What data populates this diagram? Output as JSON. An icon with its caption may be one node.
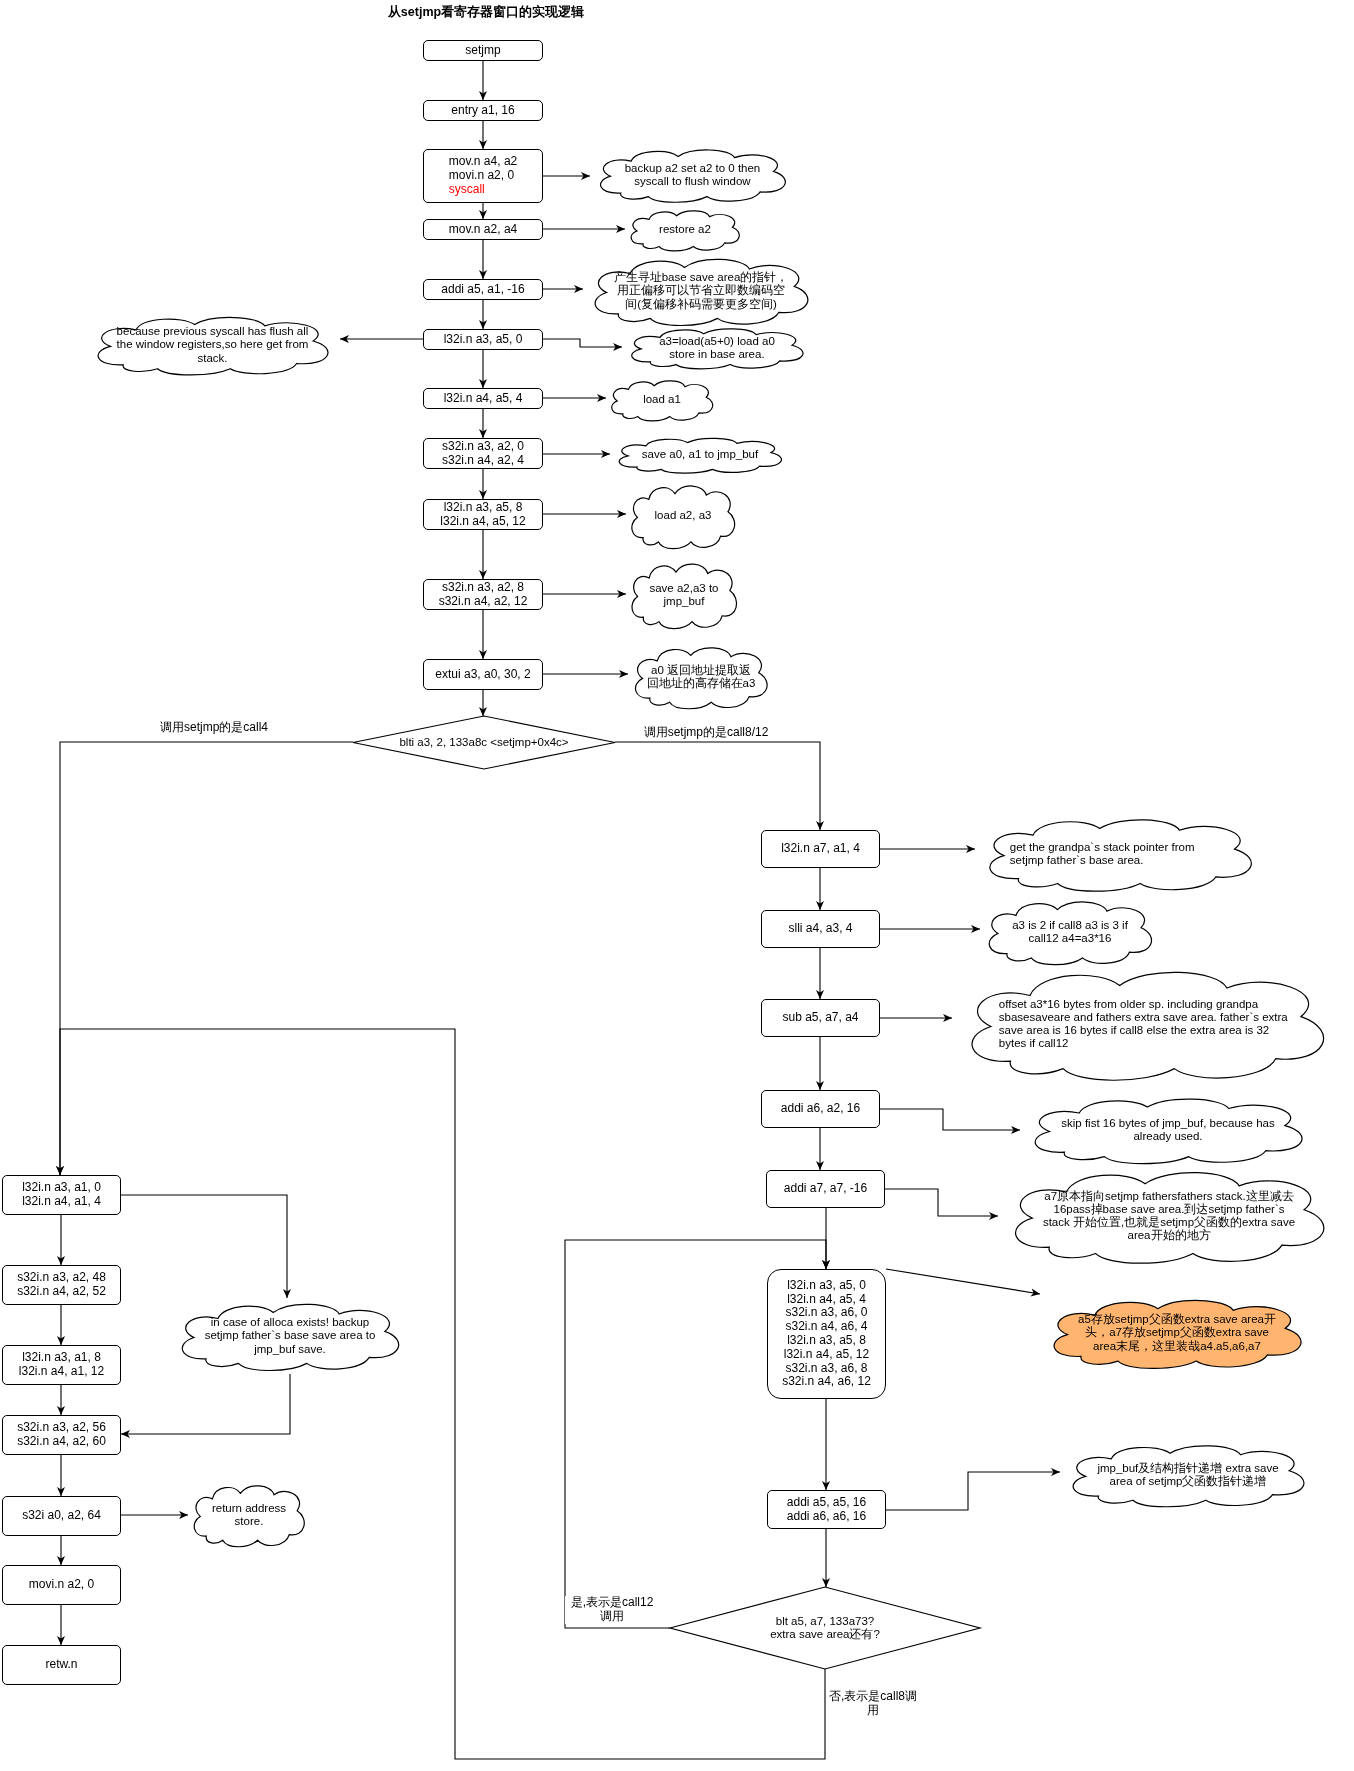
{
  "diagram": {
    "title": "从setjmp看寄存器窗口的实现逻辑",
    "nodes": [
      {
        "text": [
          "setjmp"
        ]
      },
      {
        "text": [
          "entry a1, 16"
        ]
      },
      {
        "text": [
          "mov.n a4, a2 movi.n a2, 0",
          "syscall"
        ]
      },
      {
        "text": [
          "backup a2 set a2 to 0 then syscall to flush window"
        ]
      },
      {
        "text": [
          "mov.n a2, a4"
        ]
      },
      {
        "text": [
          "restore a2"
        ]
      },
      {
        "text": [
          "addi a5, a1, -16"
        ]
      },
      {
        "text": [
          "产生寻址base save area的指针，用正偏移可以节省立即数编码空间(复偏移补码需要更多空间)"
        ]
      },
      {
        "text": [
          "l32i.n a3, a5, 0"
        ]
      },
      {
        "text": [
          "because previous syscall has flush all the window registers,so here get from stack."
        ]
      },
      {
        "text": [
          "a3=load(a5+0) load a0 store in base area."
        ]
      },
      {
        "text": [
          "l32i.n a4, a5, 4"
        ]
      },
      {
        "text": [
          "load a1"
        ]
      },
      {
        "text": [
          "s32i.n a3, a2, 0 s32i.n a4, a2, 4"
        ]
      },
      {
        "text": [
          "save a0, a1 to jmp_buf"
        ]
      },
      {
        "text": [
          "l32i.n a3, a5, 8 l32i.n a4, a5, 12"
        ]
      },
      {
        "text": [
          "load a2, a3"
        ]
      },
      {
        "text": [
          "s32i.n a3, a2, 8 s32i.n a4, a2, 12"
        ]
      },
      {
        "text": [
          "save a2,a3 to jmp_buf"
        ]
      },
      {
        "text": [
          "extui a3, a0, 30, 2"
        ]
      },
      {
        "text": [
          "a0 返回地址提取返回地址的高存储在a3"
        ]
      },
      {
        "text": [
          "blti a3, 2, 133a8c <setjmp+0x4c>"
        ]
      },
      {
        "text": [
          "l32i.n a3, a1, 0 l32i.n a4, a1, 4"
        ]
      },
      {
        "text": [
          "s32i.n a3, a2, 48 s32i.n a4, a2, 52"
        ]
      },
      {
        "text": [
          "in case of alloca exists! backup setjmp father`s base save area to jmp_buf save."
        ]
      },
      {
        "text": [
          "l32i.n a3, a1, 8 l32i.n a4, a1, 12"
        ]
      },
      {
        "text": [
          "s32i.n a3, a2, 56 s32i.n a4, a2, 60"
        ]
      },
      {
        "text": [
          "s32i a0, a2, 64"
        ]
      },
      {
        "text": [
          "return address store."
        ]
      },
      {
        "text": [
          "movi.n a2, 0"
        ]
      },
      {
        "text": [
          "retw.n"
        ]
      },
      {
        "text": [
          "l32i.n a7, a1, 4"
        ]
      },
      {
        "text": [
          "get the grandpa`s stack pointer from setjmp father`s base area."
        ]
      },
      {
        "text": [
          "slli a4, a3, 4"
        ]
      },
      {
        "text": [
          "a3 is 2 if call8 a3 is 3 if call12 a4=a3*16"
        ]
      },
      {
        "text": [
          "sub a5, a7, a4"
        ]
      },
      {
        "text": [
          "offset a3*16 bytes from older sp. including grandpa sbasesaveare and fathers extra save area. father`s extra save area is 16 bytes if call8 else the extra area is 32 bytes if call12"
        ]
      },
      {
        "text": [
          "addi a6, a2, 16"
        ]
      },
      {
        "text": [
          "skip fist 16 bytes of jmp_buf, because has already used."
        ]
      },
      {
        "text": [
          "addi a7, a7, -16"
        ]
      },
      {
        "text": [
          "a7原本指向setjmp fathersfathers stack.这里减去16pass掉base save area.到达setjmp father`s stack 开始位置,也就是setjmp父函数的extra save area开始的地方"
        ]
      },
      {
        "text": [
          "l32i.n a3, a5, 0 l32i.n a4, a5, 4 s32i.n a3, a6, 0 s32i.n a4, a6, 4 l32i.n a3, a5, 8 l32i.n a4, a5, 12 s32i.n a3, a6, 8 s32i.n a4, a6, 12"
        ]
      },
      {
        "text": [
          "a5存放setjmp父函数extra save area开头，a7存放setjmp父函数extra save area末尾，这里装哉a4.a5,a6,a7"
        ]
      },
      {
        "text": [
          "addi a5, a5, 16 addi a6, a6, 16"
        ]
      },
      {
        "text": [
          "jmp_buf及结构指针递增 extra save area of setjmp父函数指针递增"
        ]
      },
      {
        "text": [
          "blt a5, a7, 133a73? extra save area还有?"
        ]
      }
    ],
    "edges": [
      {
        "from": 0,
        "to": 1,
        "arrow": "to"
      },
      {
        "from": 1,
        "to": 2,
        "arrow": "to"
      },
      {
        "from": 2,
        "to": 3,
        "arrow": "to"
      },
      {
        "from": 2,
        "to": 4,
        "arrow": "to"
      },
      {
        "from": 4,
        "to": 5,
        "arrow": "to"
      },
      {
        "from": 4,
        "to": 6,
        "arrow": "to"
      },
      {
        "from": 6,
        "to": 7,
        "arrow": "to"
      },
      {
        "from": 6,
        "to": 8,
        "arrow": "to"
      },
      {
        "from": 8,
        "to": 9,
        "arrow": "to"
      },
      {
        "from": 8,
        "to": 10,
        "arrow": "to"
      },
      {
        "from": 8,
        "to": 11,
        "arrow": "to"
      },
      {
        "from": 11,
        "to": 12,
        "arrow": "to"
      },
      {
        "from": 11,
        "to": 13,
        "arrow": "to"
      },
      {
        "from": 13,
        "to": 14,
        "arrow": "to"
      },
      {
        "from": 13,
        "to": 15,
        "arrow": "to"
      },
      {
        "from": 15,
        "to": 16,
        "arrow": "to"
      },
      {
        "from": 15,
        "to": 17,
        "arrow": "to"
      },
      {
        "from": 17,
        "to": 18,
        "arrow": "to"
      },
      {
        "from": 17,
        "to": 19,
        "arrow": "to"
      },
      {
        "from": 19,
        "to": 20,
        "arrow": "to"
      },
      {
        "from": 19,
        "to": 21,
        "arrow": "to"
      },
      {
        "from": 21,
        "to": 22,
        "arrow": "to",
        "label": "调用setjmp的是call4"
      },
      {
        "from": 21,
        "to": 31,
        "arrow": "to",
        "label": "调用setjmp的是call8/12"
      },
      {
        "from": 22,
        "to": 23,
        "arrow": "to"
      },
      {
        "from": 22,
        "to": 24,
        "arrow": "to"
      },
      {
        "from": 23,
        "to": 25,
        "arrow": "to"
      },
      {
        "from": 24,
        "to": 26,
        "arrow": "to"
      },
      {
        "from": 25,
        "to": 26,
        "arrow": "to"
      },
      {
        "from": 26,
        "to": 27,
        "arrow": "to"
      },
      {
        "from": 27,
        "to": 28,
        "arrow": "to"
      },
      {
        "from": 27,
        "to": 29,
        "arrow": "to"
      },
      {
        "from": 29,
        "to": 30,
        "arrow": "to"
      },
      {
        "from": 31,
        "to": 32,
        "arrow": "to"
      },
      {
        "from": 31,
        "to": 33,
        "arrow": "to"
      },
      {
        "from": 33,
        "to": 34,
        "arrow": "to"
      },
      {
        "from": 33,
        "to": 35,
        "arrow": "to"
      },
      {
        "from": 35,
        "to": 36,
        "arrow": "to"
      },
      {
        "from": 35,
        "to": 37,
        "arrow": "to"
      },
      {
        "from": 37,
        "to": 38,
        "arrow": "to"
      },
      {
        "from": 37,
        "to": 39,
        "arrow": "to"
      },
      {
        "from": 39,
        "to": 40,
        "arrow": "to"
      },
      {
        "from": 39,
        "to": 41,
        "arrow": "to"
      },
      {
        "from": 41,
        "to": 42,
        "arrow": "to"
      },
      {
        "from": 41,
        "to": 43,
        "arrow": "to"
      },
      {
        "from": 43,
        "to": 44,
        "arrow": "to"
      },
      {
        "from": 43,
        "to": 45,
        "arrow": "to"
      },
      {
        "from": 45,
        "to": 41,
        "arrow": "to",
        "label": "是,表示是call12调用"
      },
      {
        "from": 45,
        "to": 22,
        "arrow": "to",
        "label": "否,表示是call8调用"
      }
    ]
  }
}
